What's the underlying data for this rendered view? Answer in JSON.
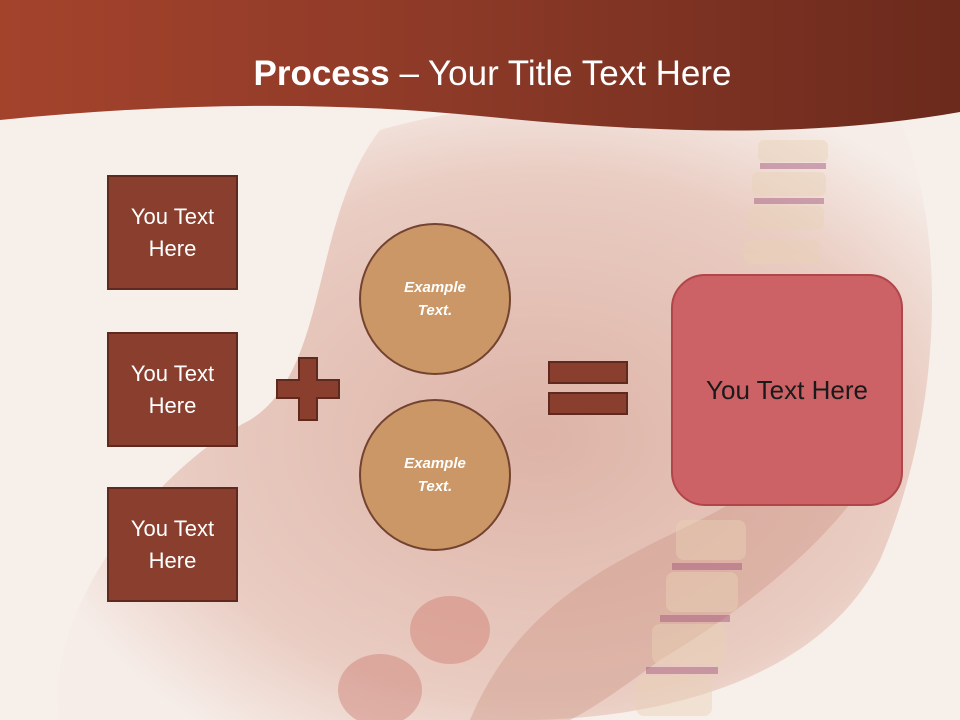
{
  "slide": {
    "title_bold": "Process",
    "title_rest": " – Your Title Text Here"
  },
  "boxes": [
    {
      "label": "You Text Here"
    },
    {
      "label": "You Text Here"
    },
    {
      "label": "You Text Here"
    }
  ],
  "circles": [
    {
      "label": "Example Text."
    },
    {
      "label": "Example Text."
    }
  ],
  "result": {
    "label": "You Text Here"
  },
  "operators": {
    "plus": "plus-icon",
    "equals": "equals-icon"
  },
  "colors": {
    "header": "#8e3a28",
    "box_fill": "#8a3f2e",
    "circle_fill": "#cb9766",
    "result_fill": "#cc6266",
    "operator": "#8a3f2e"
  }
}
